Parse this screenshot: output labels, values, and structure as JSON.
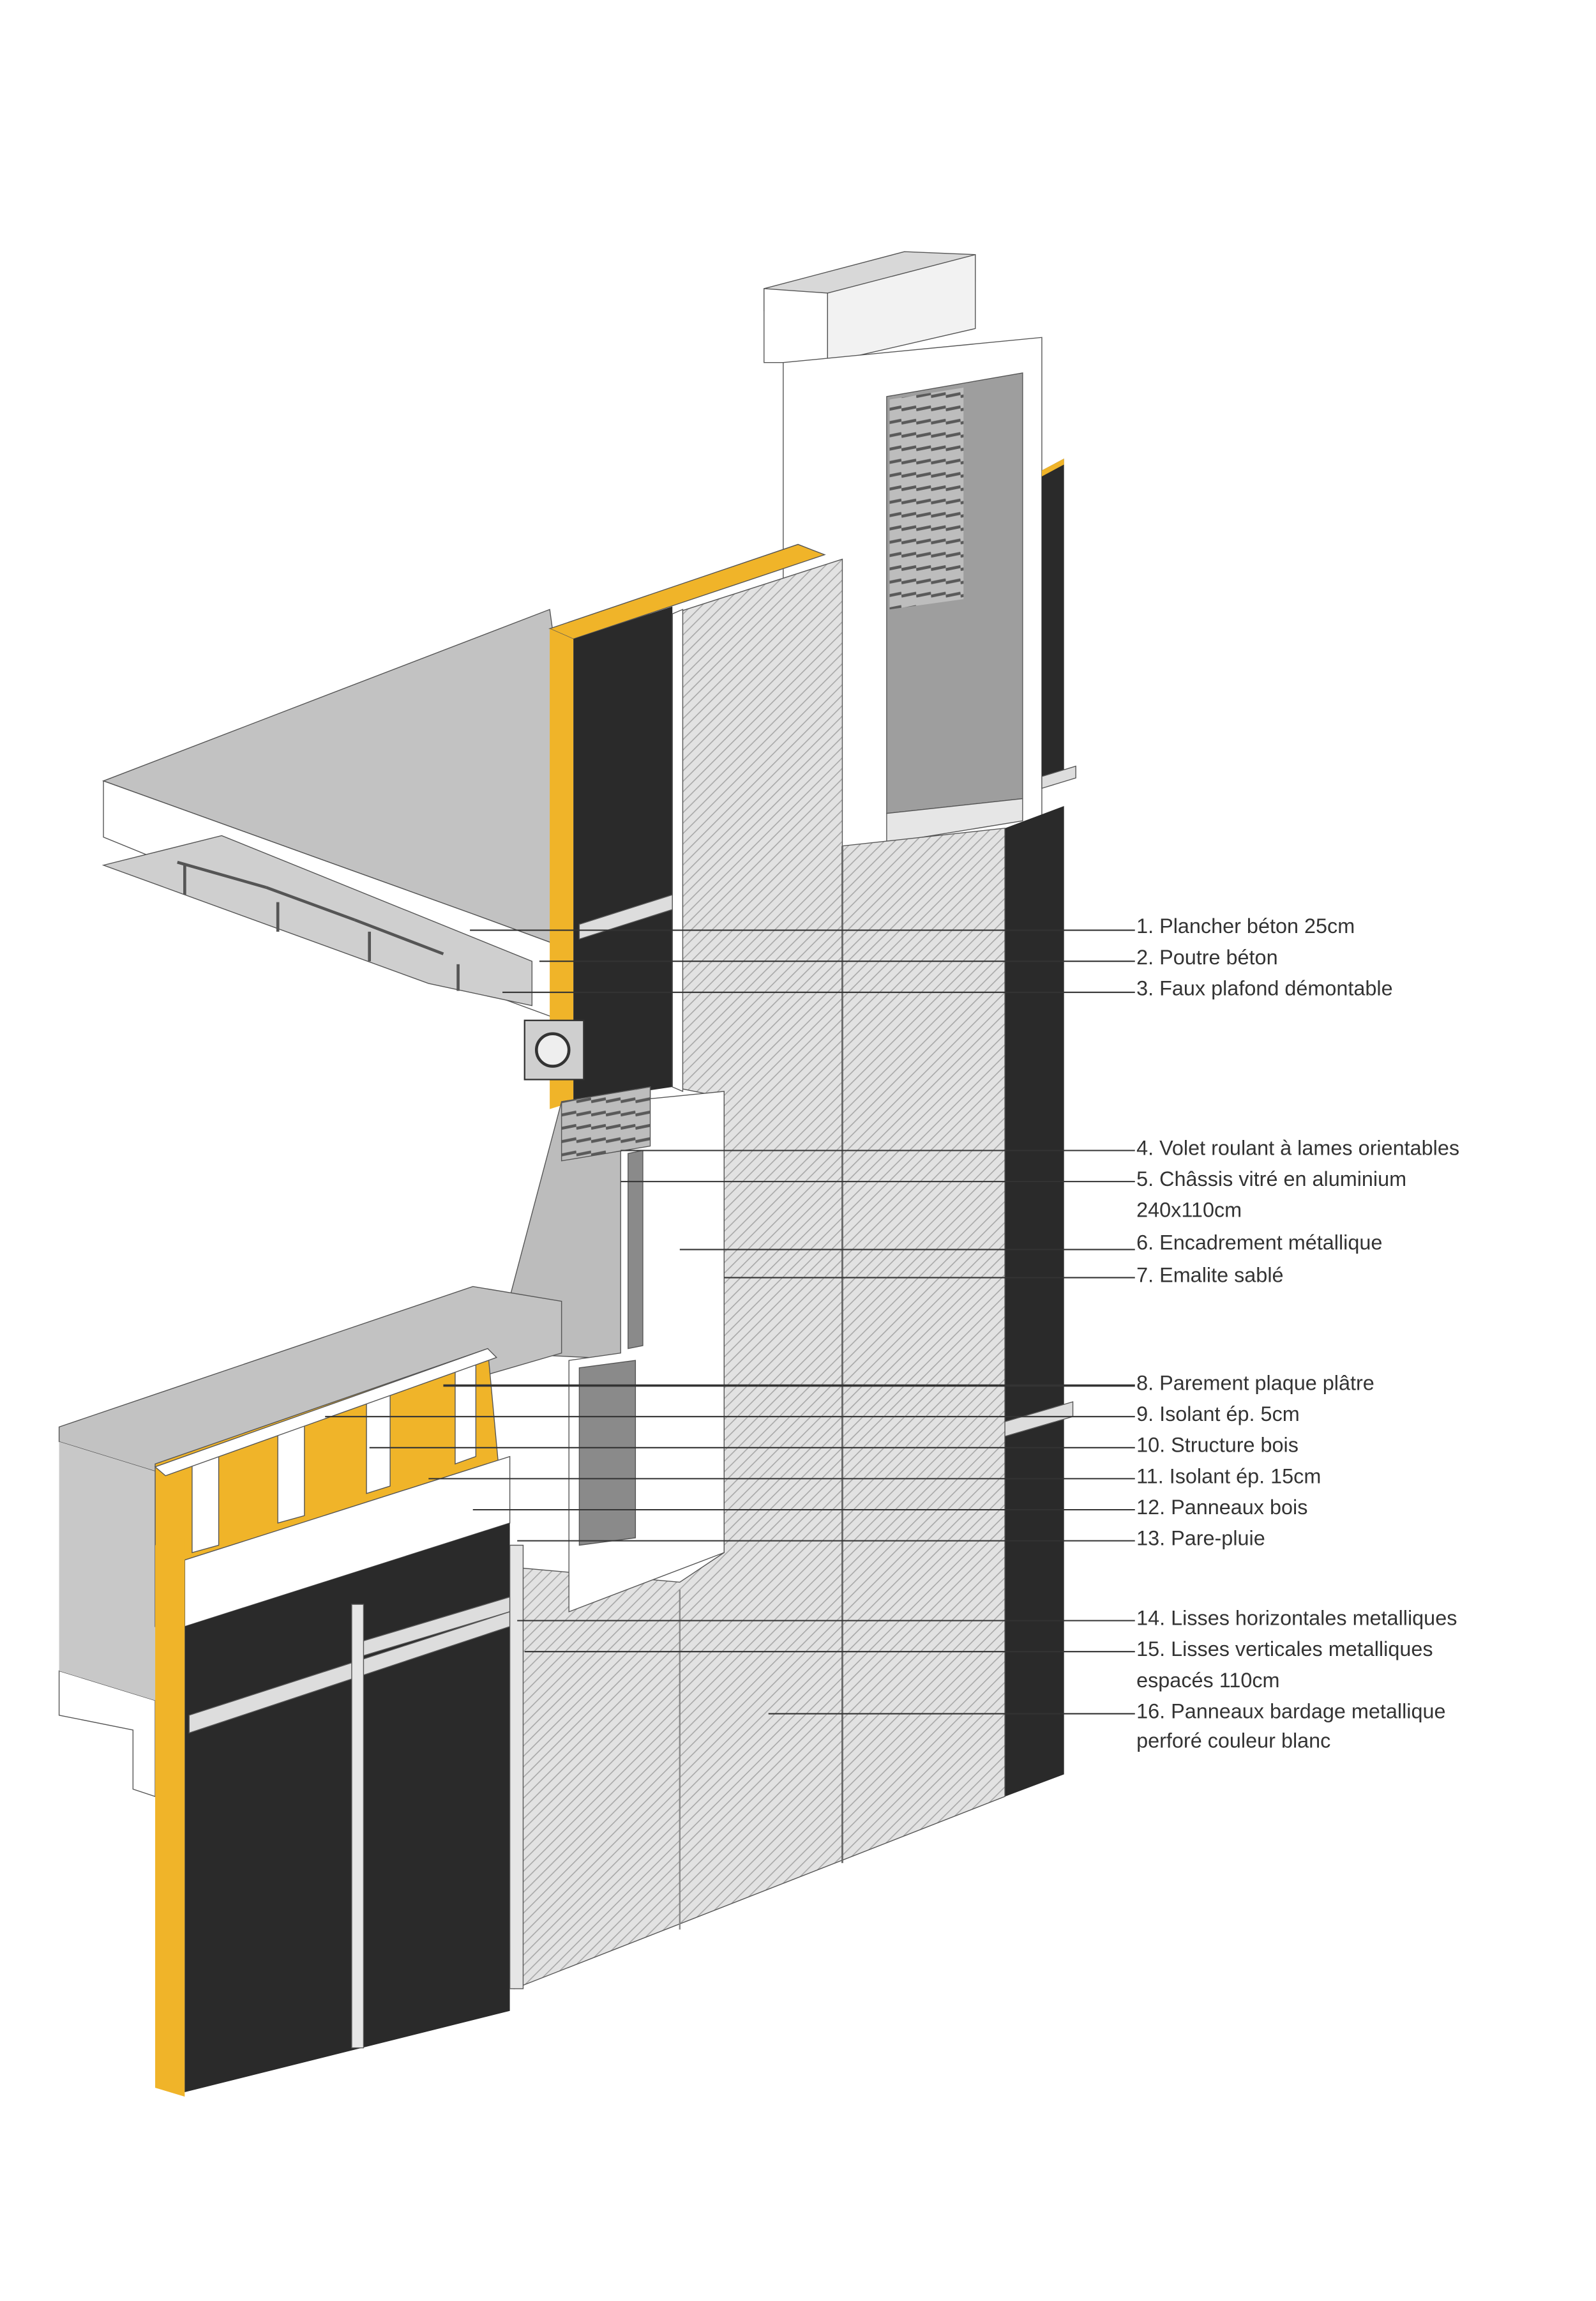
{
  "colors": {
    "insulation": "#f0b429",
    "dark_panel": "#2a2a2a",
    "concrete": "#c8c8c8",
    "white": "#ffffff",
    "cladding": "#d4d4d4"
  },
  "legend": [
    {
      "lines": [
        "1. Plancher béton 25cm"
      ]
    },
    {
      "lines": [
        "2. Poutre béton"
      ]
    },
    {
      "lines": [
        "3. Faux plafond démontable"
      ]
    },
    {
      "lines": [
        "4. Volet roulant à lames orientables"
      ]
    },
    {
      "lines": [
        "5. Châssis vitré en aluminium",
        "240x110cm"
      ]
    },
    {
      "lines": [
        "6. Encadrement métallique"
      ]
    },
    {
      "lines": [
        "7. Emalite sablé"
      ]
    },
    {
      "lines": [
        "8. Parement plaque plâtre"
      ]
    },
    {
      "lines": [
        "9. Isolant ép. 5cm"
      ]
    },
    {
      "lines": [
        "10. Structure bois"
      ]
    },
    {
      "lines": [
        "11. Isolant ép. 15cm"
      ]
    },
    {
      "lines": [
        "12. Panneaux bois"
      ]
    },
    {
      "lines": [
        "13. Pare-pluie"
      ]
    },
    {
      "lines": [
        "14. Lisses horizontales metalliques"
      ]
    },
    {
      "lines": [
        "15. Lisses verticales metalliques",
        "espacés 110cm"
      ]
    },
    {
      "lines": [
        "16. Panneaux bardage metallique",
        "perforé couleur blanc"
      ]
    }
  ]
}
